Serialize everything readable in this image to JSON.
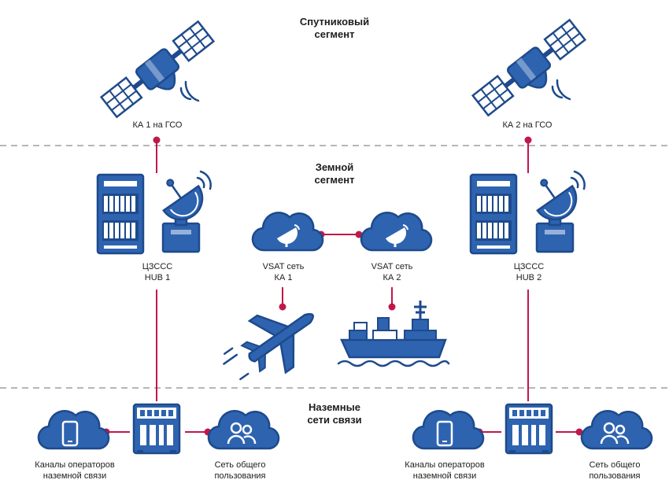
{
  "segments": {
    "satellite": "Спутниковый\nсегмент",
    "earth": "Земной\nсегмент",
    "ground": "Наземные\nсети связи"
  },
  "labels": {
    "sat1": "КА 1 на ГСО",
    "sat2": "КА 2 на ГСО",
    "hub1": "ЦЗССС\nHUB 1",
    "hub2": "ЦЗССС\nHUB 2",
    "vsat1": "VSAT сеть\nКА 1",
    "vsat2": "VSAT сеть\nКА 2",
    "operators_left": "Каналы операторов\nназемной связи",
    "public_left": "Сеть общего\nпользования",
    "operators_right": "Каналы операторов\nназемной связи",
    "public_right": "Сеть общего\nпользования"
  },
  "icons": {
    "satellite": "satellite-icon",
    "server": "server-rack-icon",
    "dish": "satellite-dish-icon",
    "cloud_dish": "cloud-dish-icon",
    "airplane": "airplane-icon",
    "ship": "ship-icon",
    "cloud_phone": "cloud-phone-icon",
    "cloud_users": "cloud-users-icon",
    "switch": "switch-cabinet-icon"
  },
  "colors": {
    "icon_fill": "#2e63b0",
    "icon_stroke": "#1e4a8c",
    "connector": "#c0184a",
    "divider": "#8a8a8a"
  }
}
